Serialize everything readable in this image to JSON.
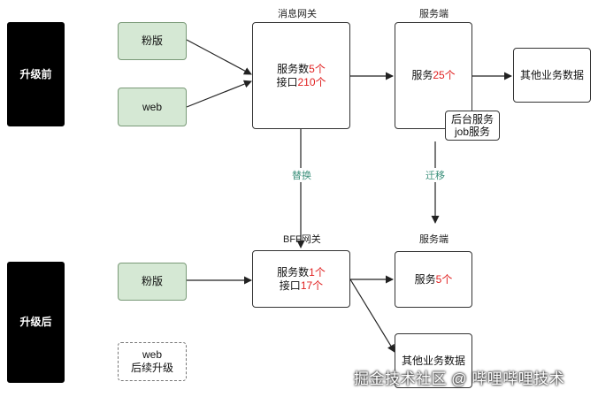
{
  "stages": {
    "before": "升级前",
    "after": "升级后"
  },
  "before": {
    "clients": [
      "粉版",
      "web"
    ],
    "gateway": {
      "title": "消息网关",
      "services_prefix": "服务数",
      "services_count": "5个",
      "apis_prefix": "接口",
      "apis_count": "210个"
    },
    "server": {
      "title": "服务端",
      "services_prefix": "服务",
      "services_count": "25个",
      "sub_line1": "后台服务",
      "sub_line2": "job服务"
    },
    "other_data": "其他业务数据"
  },
  "transitions": {
    "replace": "替换",
    "migrate": "迁移"
  },
  "after": {
    "clients": [
      "粉版"
    ],
    "web_pending": {
      "line1": "web",
      "line2": "后续升级"
    },
    "bff": {
      "title": "BFF网关",
      "services_prefix": "服务数",
      "services_count": "1个",
      "apis_prefix": "接口",
      "apis_count": "17个"
    },
    "server": {
      "title": "服务端",
      "services_prefix": "服务",
      "services_count": "5个"
    },
    "other_data": "其他业务数据"
  },
  "watermark": "掘金技术社区 @ 哔哩哔哩技术"
}
